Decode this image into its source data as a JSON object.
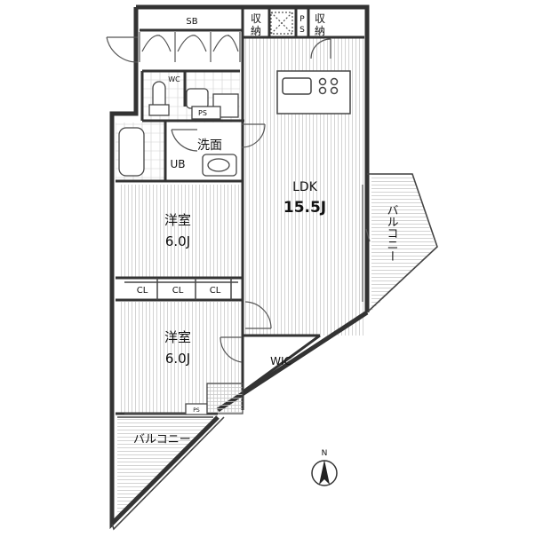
{
  "labels": {
    "sb": "SB",
    "shuno_left": "収",
    "shuno_left_2": "納",
    "ps_top": "P",
    "ps_top_2": "S",
    "shuno_right": "収",
    "shuno_right_2": "納",
    "wc": "WC",
    "ps_mid": "PS",
    "senmen": "洗面",
    "ub": "UB",
    "ldk_name": "LDK",
    "ldk_size": "15.5J",
    "room1_name": "洋室",
    "room1_size": "6.0J",
    "room2_name": "洋室",
    "room2_size": "6.0J",
    "cl1": "CL",
    "cl2": "CL",
    "cl3": "CL",
    "wic": "WIC",
    "ps_small": "PS",
    "balcony_right": "バルコニー",
    "balcony_bottom": "バルコニー",
    "north": "N"
  },
  "colors": {
    "wall": "#333333",
    "hatch": "#bbbbbb",
    "line": "#444444"
  }
}
